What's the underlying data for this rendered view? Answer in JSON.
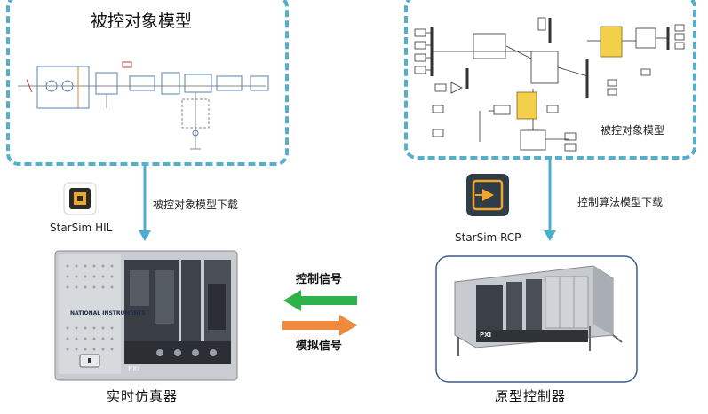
{
  "plant_left": {
    "title": "被控对象模型"
  },
  "plant_right": {
    "label": "被控对象模型"
  },
  "download_left": "被控对象模型下载",
  "download_right": "控制算法模型下载",
  "hil_label": "StarSim HIL",
  "rcp_label": "StarSim RCP",
  "control_signal": "控制信号",
  "analog_signal": "模拟信号",
  "simulator_caption": "实时仿真器",
  "controller_caption": "原型控制器",
  "chassis_brand": "NATIONAL INSTRUMENTS",
  "chassis_pxi": "PXI",
  "colors": {
    "dash_border": "#55aecb",
    "arrow_blue": "#4aaed0",
    "control_arrow": "#2fb24a",
    "analog_arrow": "#f08a3c",
    "block_yellow": "#f3cf4a",
    "icon_orange": "#f2a52b"
  }
}
